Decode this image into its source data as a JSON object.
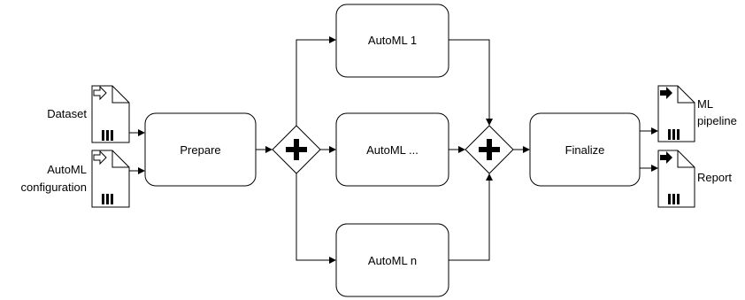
{
  "diagram": {
    "inputs": {
      "dataset_label": "Dataset",
      "automl_config_label_line1": "AutoML",
      "automl_config_label_line2": "configuration"
    },
    "tasks": {
      "prepare": "Prepare",
      "automl_1": "AutoML 1",
      "automl_middle": "AutoML ...",
      "automl_n": "AutoML n",
      "finalize": "Finalize"
    },
    "outputs": {
      "ml_pipeline_line1": "ML",
      "ml_pipeline_line2": "pipeline",
      "report": "Report"
    },
    "gateways": {
      "split_symbol": "parallel-gateway",
      "join_symbol": "parallel-gateway"
    },
    "colors": {
      "stroke": "#000000",
      "fill": "#ffffff"
    },
    "icons": {
      "input_marker": "hollow-arrow-icon",
      "output_marker": "filled-arrow-icon",
      "collection_marker": "three-bars-icon"
    }
  }
}
